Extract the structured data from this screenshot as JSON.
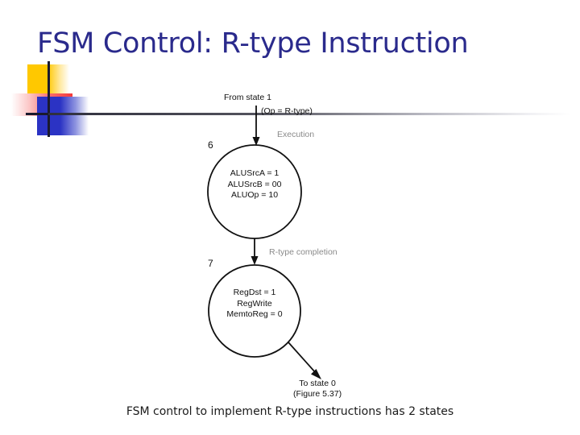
{
  "slide": {
    "title": "FSM Control: R-type Instruction",
    "caption": "FSM control to implement R-type instructions has 2 states"
  },
  "decoration": {
    "yellow": "#ffc800",
    "red": "#f43a3a",
    "blue": "#2b33c4",
    "line": "#1a1a2e"
  },
  "colors": {
    "title": "#2a2a8c",
    "diagram_ink": "#111111",
    "diagram_gray_label": "#8a8a8a",
    "rule_start": "#2f2f3d"
  },
  "diagram": {
    "entry_label": "From state 1",
    "entry_condition": "(Op = R-type)",
    "transition_label_1": "Execution",
    "transition_label_2": "R-type completion",
    "exit_label_line1": "To state 0",
    "exit_label_line2": "(Figure 5.37)",
    "states": [
      {
        "number": "6",
        "name": "execution-state",
        "signals": [
          "ALUSrcA = 1",
          "ALUSrcB = 00",
          "ALUOp = 10"
        ]
      },
      {
        "number": "7",
        "name": "rtype-completion-state",
        "signals": [
          "RegDst = 1",
          "RegWrite",
          "MemtoReg = 0"
        ]
      }
    ]
  }
}
